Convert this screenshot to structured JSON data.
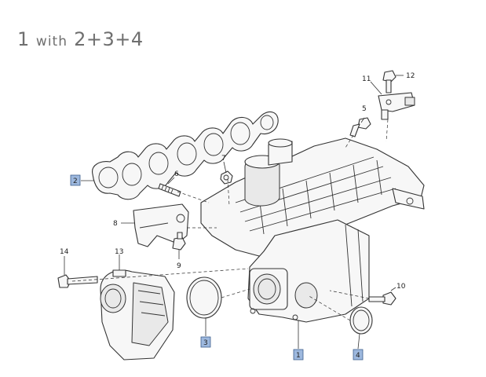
{
  "title": {
    "main_num": "1",
    "with_word": "with",
    "parts": "2+3+4"
  },
  "callouts": [
    {
      "id": "c1",
      "text": "1",
      "highlighted": true
    },
    {
      "id": "c2",
      "text": "2",
      "highlighted": true
    },
    {
      "id": "c3",
      "text": "3",
      "highlighted": true
    },
    {
      "id": "c4",
      "text": "4",
      "highlighted": true
    },
    {
      "id": "c5",
      "text": "5",
      "highlighted": false
    },
    {
      "id": "c6",
      "text": "6",
      "highlighted": false
    },
    {
      "id": "c7",
      "text": "7",
      "highlighted": false
    },
    {
      "id": "c8",
      "text": "8",
      "highlighted": false
    },
    {
      "id": "c9",
      "text": "9",
      "highlighted": false
    },
    {
      "id": "c10",
      "text": "10",
      "highlighted": false
    },
    {
      "id": "c11",
      "text": "11",
      "highlighted": false
    },
    {
      "id": "c12",
      "text": "12",
      "highlighted": false
    },
    {
      "id": "c13",
      "text": "13",
      "highlighted": false
    },
    {
      "id": "c14",
      "text": "14",
      "highlighted": false
    }
  ],
  "colors": {
    "highlight_box": "#9db8de",
    "title_text": "#6f6f6f"
  }
}
